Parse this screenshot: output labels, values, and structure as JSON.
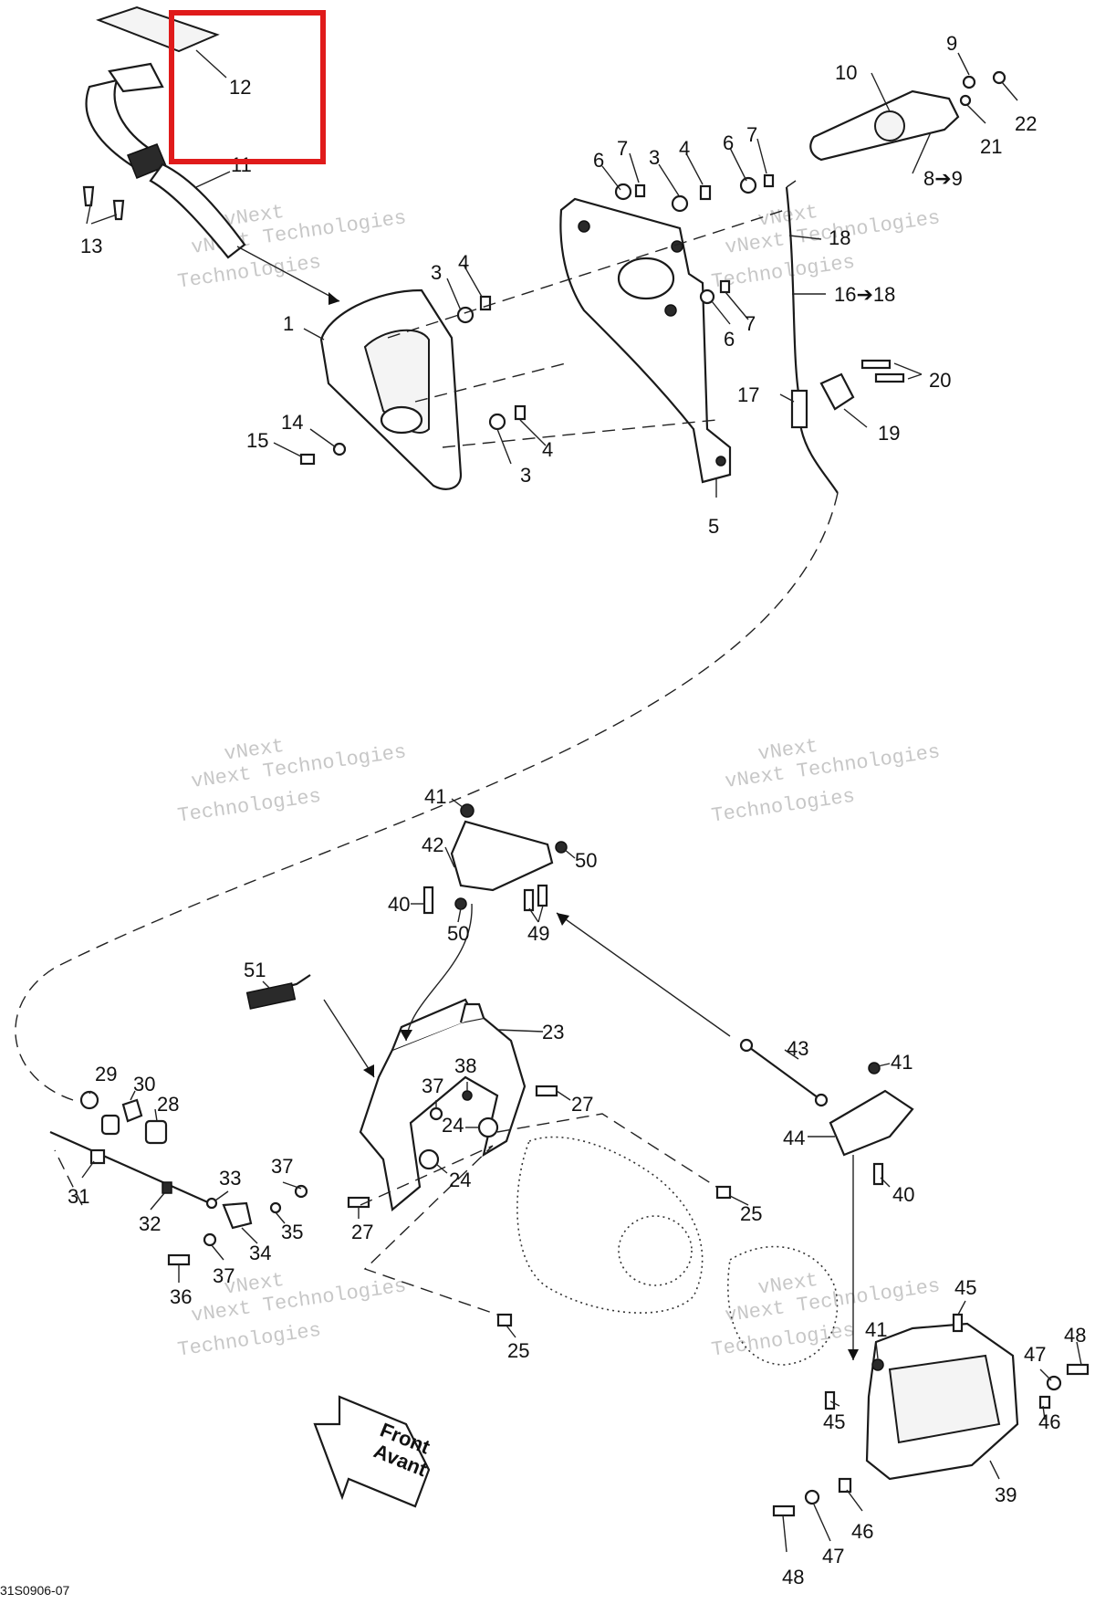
{
  "callouts": [
    {
      "id": "c12",
      "text": "12"
    },
    {
      "id": "c11",
      "text": "11"
    },
    {
      "id": "c13",
      "text": "13"
    },
    {
      "id": "c1",
      "text": "1"
    },
    {
      "id": "c3a",
      "text": "3"
    },
    {
      "id": "c4a",
      "text": "4"
    },
    {
      "id": "c14",
      "text": "14"
    },
    {
      "id": "c15",
      "text": "15"
    },
    {
      "id": "c3b",
      "text": "3"
    },
    {
      "id": "c4b",
      "text": "4"
    },
    {
      "id": "c6a",
      "text": "6"
    },
    {
      "id": "c7a",
      "text": "7"
    },
    {
      "id": "c3c",
      "text": "3"
    },
    {
      "id": "c4c",
      "text": "4"
    },
    {
      "id": "c6b",
      "text": "6"
    },
    {
      "id": "c7b",
      "text": "7"
    },
    {
      "id": "c6c",
      "text": "6"
    },
    {
      "id": "c7c",
      "text": "7"
    },
    {
      "id": "c5",
      "text": "5"
    },
    {
      "id": "c9",
      "text": "9"
    },
    {
      "id": "c10",
      "text": "10"
    },
    {
      "id": "c22",
      "text": "22"
    },
    {
      "id": "c21",
      "text": "21"
    },
    {
      "id": "c8",
      "text": "8➔9"
    },
    {
      "id": "c18",
      "text": "18"
    },
    {
      "id": "c16",
      "text": "16➔18"
    },
    {
      "id": "c20",
      "text": "20"
    },
    {
      "id": "c17",
      "text": "17"
    },
    {
      "id": "c19",
      "text": "19"
    },
    {
      "id": "c41a",
      "text": "41"
    },
    {
      "id": "c42",
      "text": "42"
    },
    {
      "id": "c50a",
      "text": "50"
    },
    {
      "id": "c40a",
      "text": "40"
    },
    {
      "id": "c50b",
      "text": "50"
    },
    {
      "id": "c49",
      "text": "49"
    },
    {
      "id": "c51",
      "text": "51"
    },
    {
      "id": "c23",
      "text": "23"
    },
    {
      "id": "c29",
      "text": "29"
    },
    {
      "id": "c30",
      "text": "30"
    },
    {
      "id": "c28",
      "text": "28"
    },
    {
      "id": "c37a",
      "text": "37"
    },
    {
      "id": "c38",
      "text": "38"
    },
    {
      "id": "c27a",
      "text": "27"
    },
    {
      "id": "c24a",
      "text": "24"
    },
    {
      "id": "c24b",
      "text": "24"
    },
    {
      "id": "c31",
      "text": "31"
    },
    {
      "id": "c33",
      "text": "33"
    },
    {
      "id": "c37b",
      "text": "37"
    },
    {
      "id": "c32",
      "text": "32"
    },
    {
      "id": "c35",
      "text": "35"
    },
    {
      "id": "c34",
      "text": "34"
    },
    {
      "id": "c27b",
      "text": "27"
    },
    {
      "id": "c36",
      "text": "36"
    },
    {
      "id": "c37c",
      "text": "37"
    },
    {
      "id": "c25a",
      "text": "25"
    },
    {
      "id": "c25b",
      "text": "25"
    },
    {
      "id": "c43",
      "text": "43"
    },
    {
      "id": "c41b",
      "text": "41"
    },
    {
      "id": "c44",
      "text": "44"
    },
    {
      "id": "c40b",
      "text": "40"
    },
    {
      "id": "c45a",
      "text": "45"
    },
    {
      "id": "c41c",
      "text": "41"
    },
    {
      "id": "c48a",
      "text": "48"
    },
    {
      "id": "c47a",
      "text": "47"
    },
    {
      "id": "c45b",
      "text": "45"
    },
    {
      "id": "c46a",
      "text": "46"
    },
    {
      "id": "c39",
      "text": "39"
    },
    {
      "id": "c46b",
      "text": "46"
    },
    {
      "id": "c47b",
      "text": "47"
    },
    {
      "id": "c48b",
      "text": "48"
    }
  ],
  "watermark": {
    "line1": "vNext",
    "line2": "vNext Technologies",
    "line3": "Technologies"
  },
  "direction_arrow": {
    "line1": "Front",
    "line2": "Avant"
  },
  "drawing_code": "31S0906-07",
  "highlight": {
    "color": "#e01b1b",
    "target_callout": "12"
  }
}
